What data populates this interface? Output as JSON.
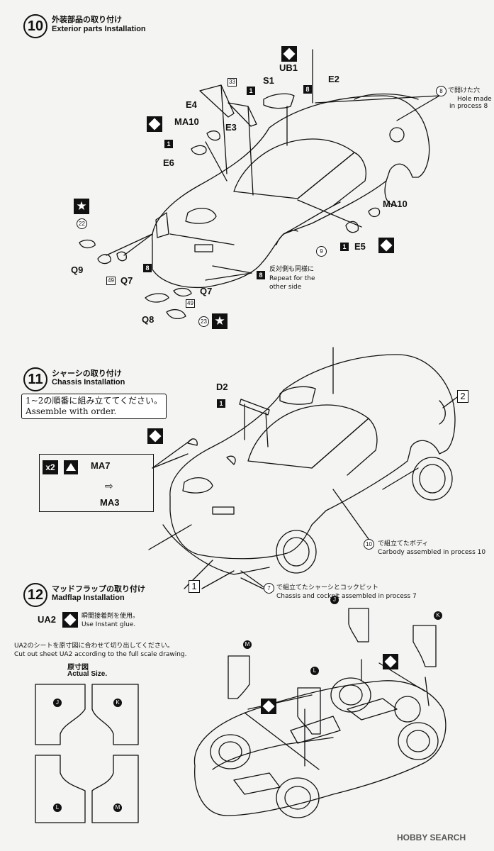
{
  "step10": {
    "number": "10",
    "title_jp": "外装部品の取り付け",
    "title_en": "Exterior parts Installation",
    "labels": {
      "ub1": "UB1",
      "s1": "S1",
      "e2": "E2",
      "e4": "E4",
      "e3": "E3",
      "ma10a": "MA10",
      "e6": "E6",
      "ma10b": "MA10",
      "e5": "E5",
      "q9": "Q9",
      "q7a": "Q7",
      "q7b": "Q7",
      "q8": "Q8"
    },
    "num_33": "33",
    "num_1a": "1",
    "num_8a": "8",
    "num_1b": "1",
    "num_1c": "1",
    "num_8b": "8",
    "num_8c": "8",
    "num_49a": "49",
    "num_49b": "49",
    "num_22": "22",
    "num_23": "23",
    "num_9": "9",
    "num_8circle": "8",
    "note_hole_jp": "で開けた穴",
    "note_hole_en1": "Hole made",
    "note_hole_en2": "in process 8",
    "note_repeat_jp": "反対側も同様に",
    "note_repeat_en1": "Repeat for the",
    "note_repeat_en2": "other side"
  },
  "step11": {
    "number": "11",
    "title_jp": "シャーシの取り付け",
    "title_en": "Chassis Installation",
    "order_jp": "1~2の順番に組み立ててください。",
    "order_en": "Assemble with order.",
    "d2": "D2",
    "num_1": "1",
    "x2": "x2",
    "ma7": "MA7",
    "ma3": "MA3",
    "box_2": "2",
    "box_1": "1",
    "num_10": "10",
    "carbody_jp": "で組立てたボディ",
    "carbody_en": "Carbody assembled in process 10",
    "num_7": "7",
    "chassis_jp": "で組立てたシャーシとコックピット",
    "chassis_en": "Chassis and cockpit assembled in process 7"
  },
  "step12": {
    "number": "12",
    "title_jp": "マッドフラップの取り付け",
    "title_en": "Madflap Installation",
    "ua2": "UA2",
    "glue_jp": "瞬間接着剤を使用。",
    "glue_en": "Use Instant glue.",
    "cut_jp": "UA2のシートを原寸図に合わせて切り出してください。",
    "cut_en": "Cut out sheet UA2 according to the full scale drawing.",
    "actual_jp": "原寸図",
    "actual_en": "Actual Size.",
    "flap_j": "J",
    "flap_k": "K",
    "flap_l": "L",
    "flap_m": "M"
  },
  "footer": {
    "logo": "HOBBY SEARCH"
  }
}
